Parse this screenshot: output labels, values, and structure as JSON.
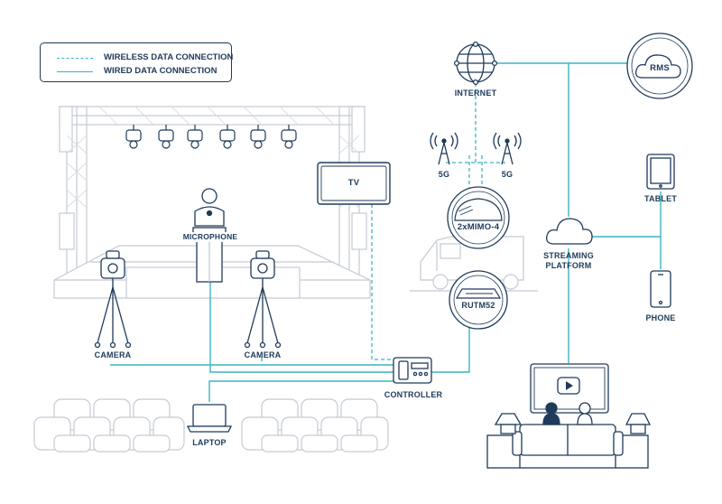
{
  "legend": {
    "wireless_label": "WIRELESS DATA CONNECTION",
    "wired_label": "WIRED DATA CONNECTION"
  },
  "labels": {
    "internet": "INTERNET",
    "rms": "RMS",
    "tower_left": "5G",
    "tower_right": "5G",
    "antenna": "2xMIMO-4",
    "router": "RUTM52",
    "tv": "TV",
    "microphone": "MICROPHONE",
    "camera_left": "CAMERA",
    "camera_right": "CAMERA",
    "controller": "CONTROLLER",
    "laptop": "LAPTOP",
    "streaming_platform": "STREAMING PLATFORM",
    "tablet": "TABLET",
    "phone": "PHONE"
  },
  "colors": {
    "outline": "#1f3a5a",
    "connection": "#3bb3c3",
    "scenery": "#c5cad3"
  }
}
